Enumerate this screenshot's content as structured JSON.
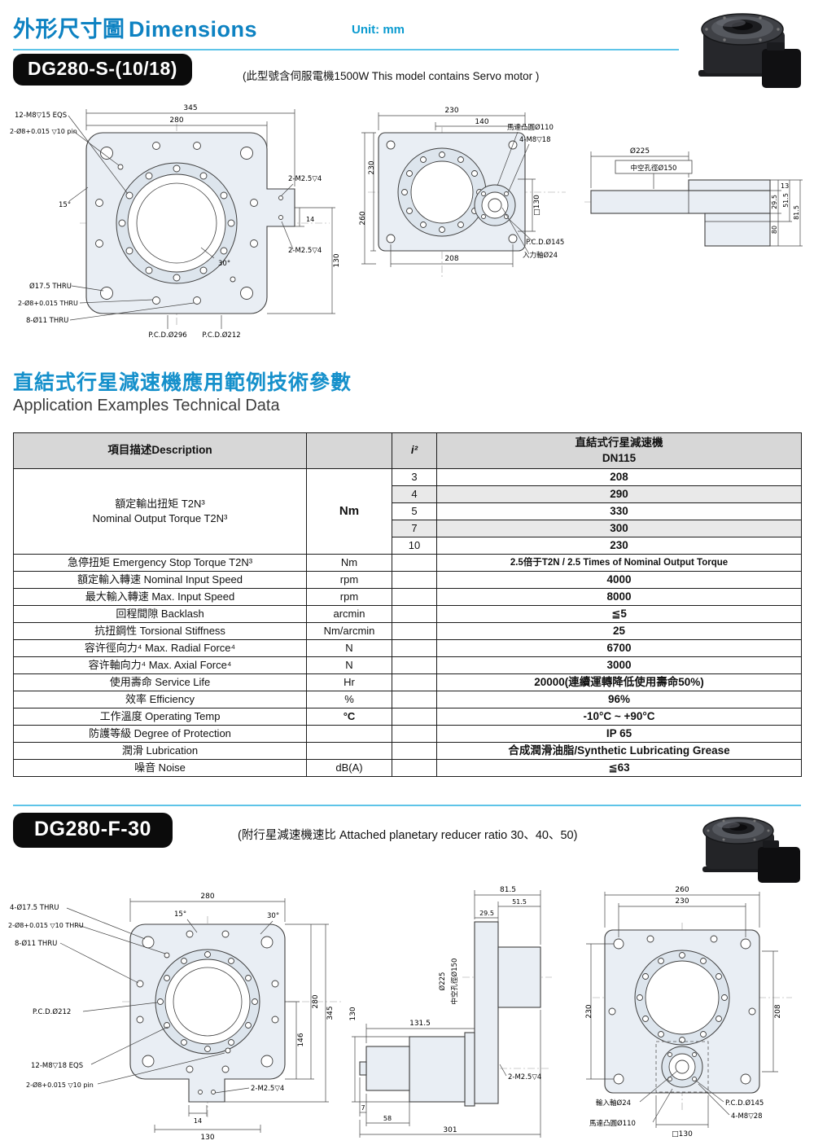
{
  "header": {
    "title_zh": "外形尺寸圖",
    "title_en": "Dimensions",
    "unit": "Unit: mm"
  },
  "model_s": {
    "badge": "DG280-S-(10/18)",
    "note": "(此型號含伺服電機1500W  This model contains Servo motor )"
  },
  "section": {
    "title_zh": "直結式行星減速機應用範例技術參數",
    "title_en": "Application Examples Technical Data"
  },
  "table": {
    "header": {
      "desc": "項目描述Description",
      "i2": "i²",
      "model_zh": "直結式行星減速機",
      "model_code": "DN115"
    },
    "torque": {
      "label_zh": "額定輸出扭矩 T2N³",
      "label_en": "Nominal Output Torque T2N³",
      "unit": "Nm",
      "ratios": [
        "3",
        "4",
        "5",
        "7",
        "10"
      ],
      "values": [
        "208",
        "290",
        "330",
        "300",
        "230"
      ]
    },
    "rows": [
      {
        "label": "急停扭矩  Emergency Stop Torque T2N³",
        "unit": "Nm",
        "value": "2.5倍于T2N / 2.5 Times of Nominal Output Torque"
      },
      {
        "label": "額定輸入轉速  Nominal Input Speed",
        "unit": "rpm",
        "value": "4000"
      },
      {
        "label": "最大輸入轉速  Max. Input Speed",
        "unit": "rpm",
        "value": "8000"
      },
      {
        "label": "回程間隙  Backlash",
        "unit": "arcmin",
        "value": "≦5"
      },
      {
        "label": "抗扭鋼性  Torsional Stiffness",
        "unit": "Nm/arcmin",
        "value": "25"
      },
      {
        "label": "容许徑向力⁴ Max. Radial Force⁴",
        "unit": "N",
        "value": "6700"
      },
      {
        "label": "容许軸向力⁴ Max. Axial Force⁴",
        "unit": "N",
        "value": "3000"
      },
      {
        "label": "使用壽命  Service Life",
        "unit": "Hr",
        "value": "20000(連續運轉降低使用壽命50%)"
      },
      {
        "label": "效率  Efficiency",
        "unit": "%",
        "value": "96%"
      },
      {
        "label": "工作溫度  Operating Temp",
        "unit": "°C",
        "value": "-10°C ~ +90°C"
      },
      {
        "label": "防護等級  Degree of Protection",
        "unit": "",
        "value": "IP 65"
      },
      {
        "label": "潤滑  Lubrication",
        "unit": "",
        "value": "合成潤滑油脂/Synthetic Lubricating Grease"
      },
      {
        "label": "噪音  Noise",
        "unit": "dB(A)",
        "value": "≦63"
      }
    ]
  },
  "model_f": {
    "badge": "DG280-F-30",
    "note": "(附行星減速機速比 Attached planetary reducer ratio 30、40、50)"
  },
  "dwg_s1": {
    "d345": "345",
    "d280": "280",
    "d14": "14",
    "d130": "130",
    "eqs": "12-M8▽15 EQS",
    "pin": "2-Ø8+0.015 ▽10 pin",
    "m25a": "2-M2.5▽4",
    "m25b": "2-M2.5▽4",
    "a15": "15°",
    "a30": "30°",
    "thru175": "Ø17.5 THRU",
    "thru8": "2-Ø8+0.015 THRU",
    "thru11": "8-Ø11 THRU",
    "pcd296": "P.C.D.Ø296",
    "pcd212": "P.C.D.Ø212"
  },
  "dwg_s2": {
    "d230": "230",
    "d140": "140",
    "d260": "260",
    "d230l": "230",
    "d208": "208",
    "motor": "馬達凸圓Ø110",
    "m8": "4-M8▽18",
    "sq130": "□130",
    "pcd145": "P.C.D.Ø145",
    "shaft": "入力軸Ø24"
  },
  "dwg_s3": {
    "d225": "Ø225",
    "hollow": "中空孔徑Ø150",
    "d13": "13",
    "d515": "51.5",
    "d815": "81.5",
    "d295": "29.5",
    "d80": "80"
  },
  "dwg_f1": {
    "d280": "280",
    "a15": "15°",
    "a30": "30°",
    "thru175": "4-Ø17.5 THRU",
    "pin_thru": "2-Ø8+0.015 ▽10 THRU",
    "thru11": "8-Ø11 THRU",
    "pcd212": "P.C.D.Ø212",
    "eqs": "12-M8▽18 EQS",
    "pin": "2-Ø8+0.015 ▽10 pin",
    "m25": "2-M2.5▽4",
    "d146": "146",
    "d280r": "280",
    "d345": "345",
    "d14": "14",
    "d130": "130"
  },
  "dwg_f2": {
    "d815": "81.5",
    "d515": "51.5",
    "d295": "29.5",
    "d1315": "131.5",
    "d130": "130",
    "hollow": "中空孔徑Ø150",
    "d225": "Ø225",
    "m25": "2-M2.5▽4",
    "d7": "7",
    "d58": "58",
    "d301": "301"
  },
  "dwg_f3": {
    "d260": "260",
    "d230t": "230",
    "d230l": "230",
    "d208": "208",
    "shaft": "輸入軸Ø24",
    "pcd145": "P.C.D.Ø145",
    "m8": "4-M8▽28",
    "motor": "馬達凸圓Ø110",
    "sq130": "□130"
  }
}
